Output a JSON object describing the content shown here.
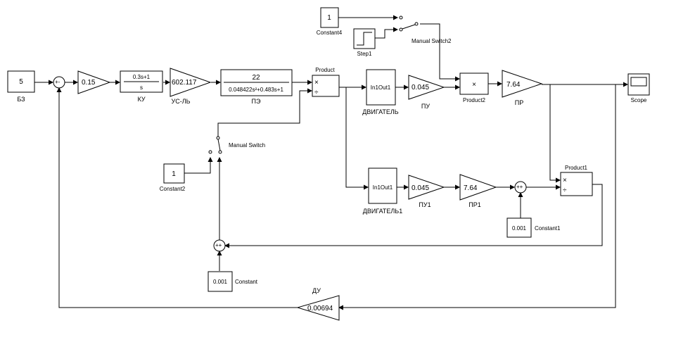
{
  "blocks": {
    "bz": {
      "value": "5",
      "label": "БЗ"
    },
    "gain1": {
      "value": "0.15"
    },
    "ku": {
      "num": "0.3s+1",
      "den": "s",
      "label": "КУ"
    },
    "us": {
      "value": "602.117",
      "label": "УС-ЛЬ"
    },
    "pe": {
      "num": "22",
      "den": "0.048422s²+0.483s+1",
      "label": "ПЭ"
    },
    "product": {
      "label": "Product",
      "mul": "×",
      "div": "÷"
    },
    "motor": {
      "text": "In1Out1",
      "label": "ДВИГАТЕЛЬ"
    },
    "pu": {
      "value": "0.045",
      "label": "ПУ"
    },
    "product2": {
      "mul": "×",
      "label": "Product2"
    },
    "pr": {
      "value": "7.64",
      "label": "ПР"
    },
    "scope": {
      "label": "Scope"
    },
    "constant4": {
      "value": "1",
      "label": "Constant4"
    },
    "step1": {
      "label": "Step1"
    },
    "ms2": {
      "label": "Manual Switch2"
    },
    "ms": {
      "label": "Manual Switch"
    },
    "constant2": {
      "value": "1",
      "label": "Constant2"
    },
    "motor1": {
      "text": "In1Out1",
      "label": "ДВИГАТЕЛЬ1"
    },
    "pu1": {
      "value": "0.045",
      "label": "ПУ1"
    },
    "pr1": {
      "value": "7.64",
      "label": "ПР1"
    },
    "product1": {
      "label": "Product1",
      "mul": "×",
      "div": "÷"
    },
    "constant1": {
      "value": "0.001",
      "label": "Constant1"
    },
    "constant": {
      "value": "0.001",
      "label": "Constant"
    },
    "du": {
      "value": "0.00694",
      "label": "ДУ"
    },
    "sum1": {
      "signs": "+-"
    },
    "sum_pr": {
      "signs": "++"
    },
    "sum_low": {
      "signs": "++"
    }
  }
}
